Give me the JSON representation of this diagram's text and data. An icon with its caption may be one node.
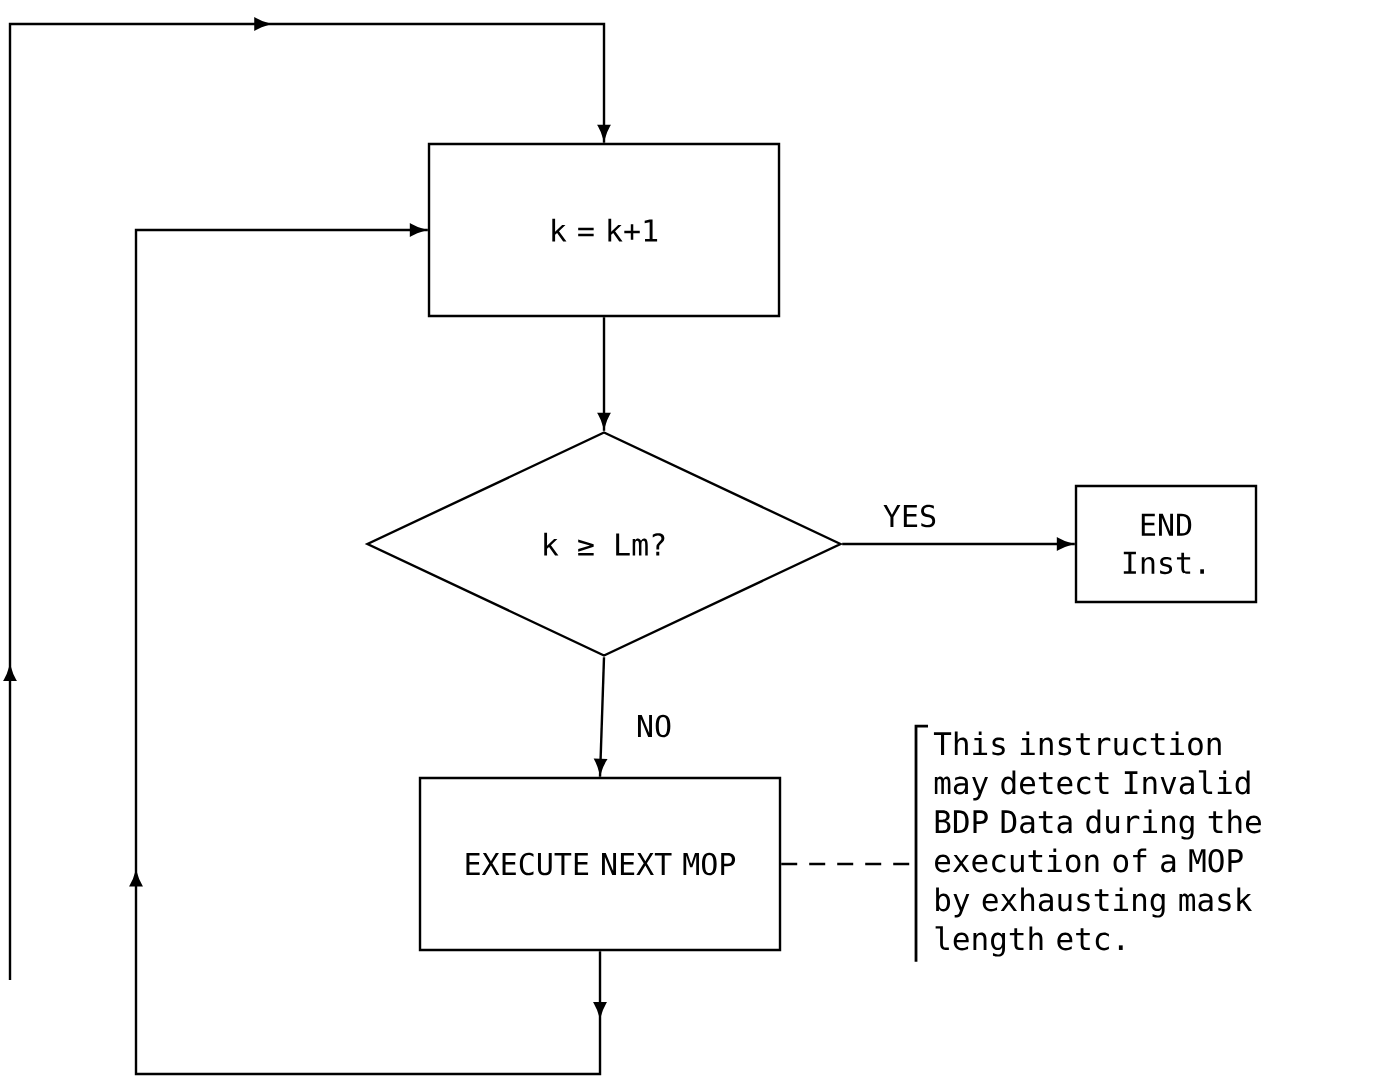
{
  "diagram": {
    "nodes": [
      {
        "text": [
          "k = k+1"
        ]
      },
      {
        "text": [
          "k ≥ Lm?"
        ]
      },
      {
        "text": [
          "END Inst."
        ]
      },
      {
        "text": [
          "EXECUTE NEXT MOP"
        ]
      },
      {
        "text": [
          "This instruction may detect Invalid BDP Data during the execution of a MOP by exhausting mask length etc."
        ]
      }
    ],
    "edges": [
      {
        "from": 0,
        "to": 1,
        "arrow": "to"
      },
      {
        "from": 1,
        "to": 2,
        "arrow": "to",
        "label": "YES"
      },
      {
        "from": 1,
        "to": 3,
        "arrow": "to",
        "label": "NO"
      },
      {
        "from": 3,
        "to": 0,
        "arrow": "to"
      },
      {
        "from": null,
        "to": 0,
        "arrow": "to"
      },
      {
        "from": 3,
        "to": 4,
        "arrow": "none",
        "style": "dashed"
      }
    ]
  }
}
